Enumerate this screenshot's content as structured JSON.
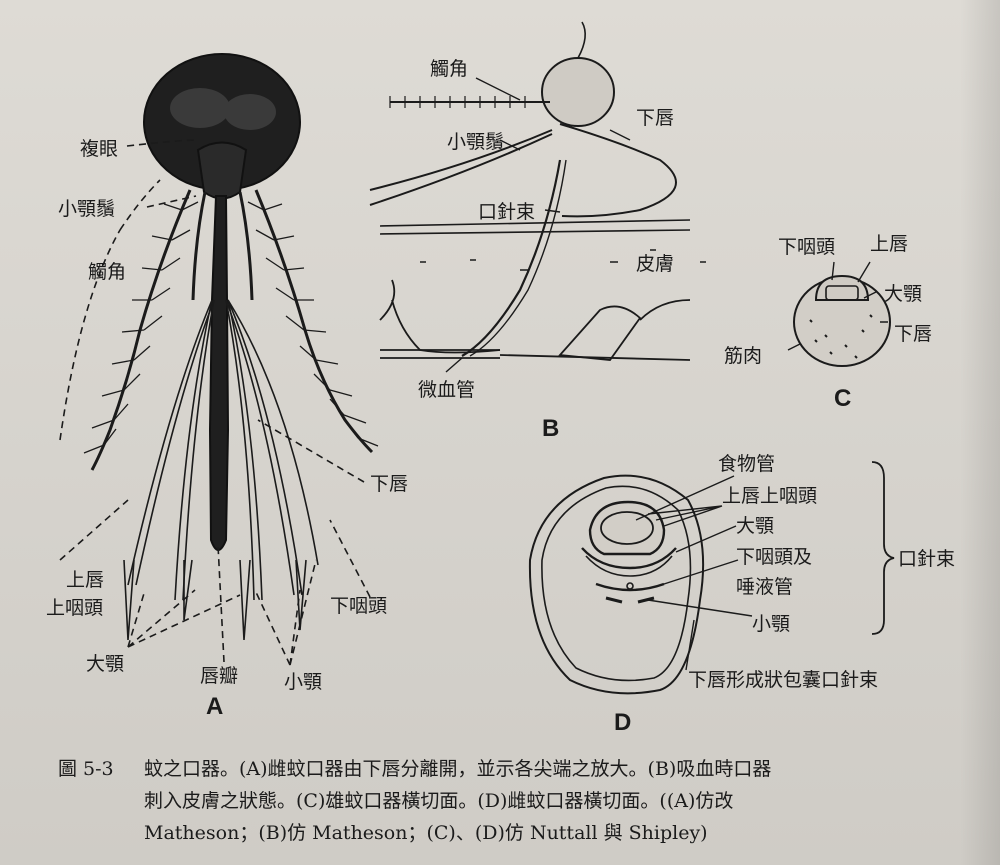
{
  "labels": {
    "a_compound_eye": "複眼",
    "a_maxillary_palp": "小顎鬚",
    "a_antenna": "觸角",
    "a_labium": "下唇",
    "a_labrum_epipharynx_1": "上唇",
    "a_labrum_epipharynx_2": "上咽頭",
    "a_hypopharynx": "下咽頭",
    "a_mandible": "大顎",
    "a_labella": "唇瓣",
    "a_maxilla": "小顎",
    "b_antenna": "觸角",
    "b_maxillary_palp": "小顎鬚",
    "b_labium": "下唇",
    "b_fascicle": "口針束",
    "b_skin": "皮膚",
    "b_capillary": "微血管",
    "c_hypopharynx": "下咽頭",
    "c_labrum": "上唇",
    "c_mandible": "大顎",
    "c_labium": "下唇",
    "c_muscle": "筋肉",
    "d_food_canal": "食物管",
    "d_labrum_epipharynx": "上唇上咽頭",
    "d_mandible": "大顎",
    "d_hypopharynx_1": "下咽頭及",
    "d_hypopharynx_2": "唾液管",
    "d_maxilla": "小顎",
    "d_labium_sheath": "下唇形成狀包囊口針束",
    "d_fascicle": "口針束"
  },
  "panels": {
    "a": "A",
    "b": "B",
    "c": "C",
    "d": "D"
  },
  "caption": {
    "number": "圖 5-3",
    "line1": "蚊之口器。(A)雌蚊口器由下唇分離開，並示各尖端之放大。(B)吸血時口器",
    "line2": "刺入皮膚之狀態。(C)雄蚊口器橫切面。(D)雌蚊口器橫切面。((A)仿改",
    "line3": "Matheson；(B)仿 Matheson；(C)、(D)仿 Nuttall 與 Shipley)"
  },
  "colors": {
    "ink": "#1b1b1b",
    "paper": "#d9d6d0"
  }
}
